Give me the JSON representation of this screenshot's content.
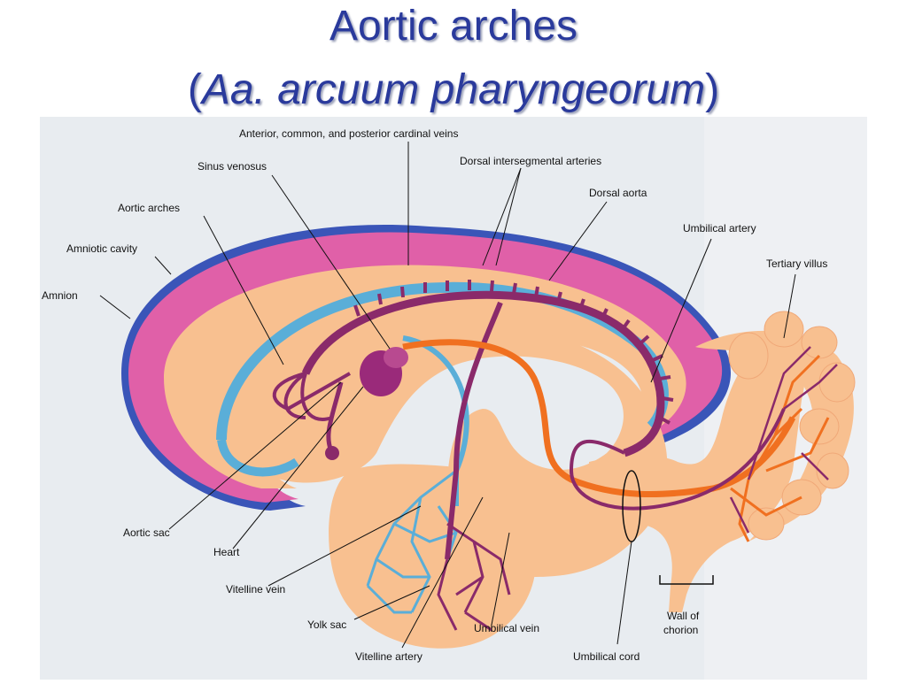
{
  "title": {
    "line1": "Aortic arches",
    "line2_open": "(",
    "line2_italic": "Aa. arcuum pharyngeorum",
    "line2_close": ")"
  },
  "labels": {
    "cardinal_veins": "Anterior, common, and posterior cardinal veins",
    "sinus_venosus": "Sinus venosus",
    "dorsal_intersegmental": "Dorsal intersegmental arteries",
    "dorsal_aorta": "Dorsal aorta",
    "aortic_arches": "Aortic arches",
    "umbilical_artery": "Umbilical artery",
    "amniotic_cavity": "Amniotic cavity",
    "tertiary_villus": "Tertiary villus",
    "amnion": "Amnion",
    "aortic_sac": "Aortic sac",
    "heart": "Heart",
    "vitelline_vein": "Vitelline vein",
    "yolk_sac": "Yolk sac",
    "umbilical_vein": "Umbilical vein",
    "wall_of_chorion_1": "Wall of",
    "wall_of_chorion_2": "chorion",
    "vitelline_artery": "Vitelline artery",
    "umbilical_cord": "Umbilical cord"
  },
  "colors": {
    "title": "#2a3a9c",
    "background_panel": "#eef0f3",
    "amnion_border": "#3a55b8",
    "amniotic_pink": "#e060a8",
    "embryo_tissue": "#f8c090",
    "vein_blue": "#5aaed8",
    "artery_purple": "#8a2a6a",
    "umbilical_orange": "#f07020",
    "heart": "#9a2a7a"
  }
}
